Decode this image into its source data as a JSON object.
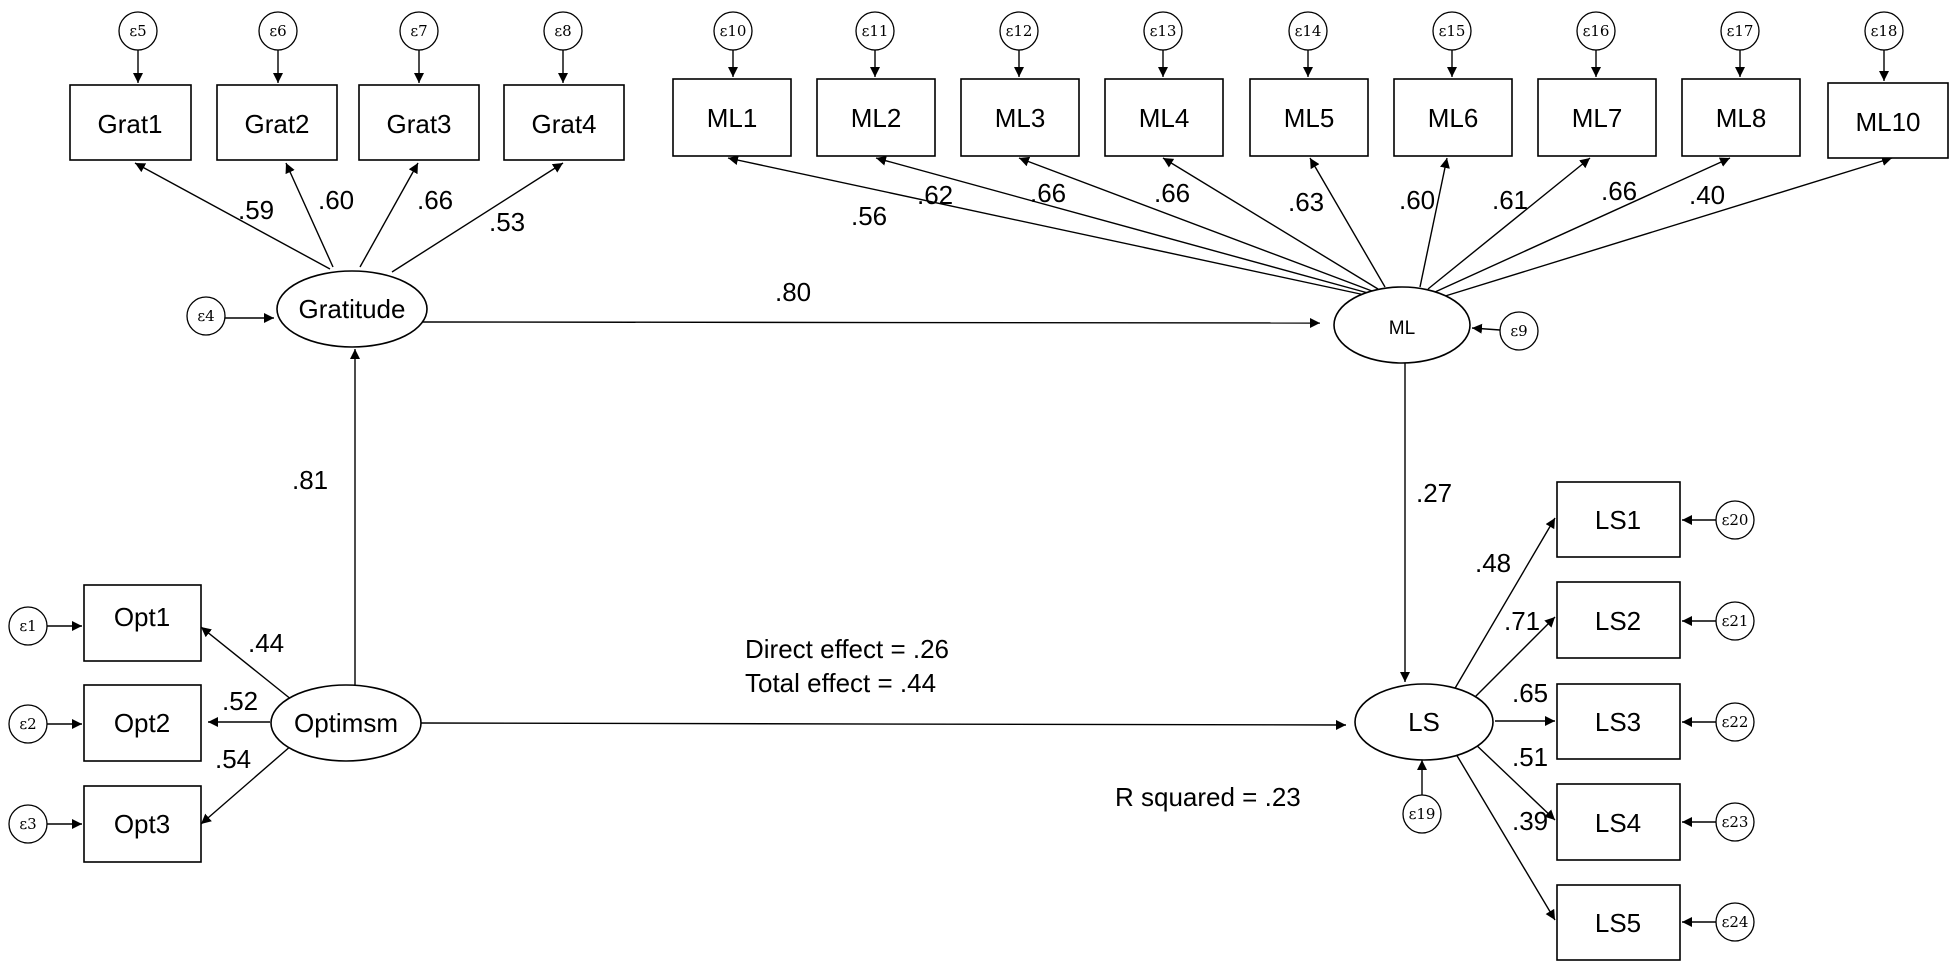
{
  "latent": {
    "gratitude": "Gratitude",
    "ml": "ML",
    "optimism": "Optimsm",
    "ls": "LS"
  },
  "indicators": {
    "grat": [
      "Grat1",
      "Grat2",
      "Grat3",
      "Grat4"
    ],
    "ml": [
      "ML1",
      "ML2",
      "ML3",
      "ML4",
      "ML5",
      "ML6",
      "ML7",
      "ML8",
      "ML10"
    ],
    "opt": [
      "Opt1",
      "Opt2",
      "Opt3"
    ],
    "ls": [
      "LS1",
      "LS2",
      "LS3",
      "LS4",
      "LS5"
    ]
  },
  "loadings": {
    "grat": [
      ".59",
      ".60",
      ".66",
      ".53"
    ],
    "ml": [
      ".56",
      ".62",
      ".66",
      ".66",
      ".63",
      ".60",
      ".61",
      ".66",
      ".40"
    ],
    "opt": [
      ".44",
      ".52",
      ".54"
    ],
    "ls": [
      ".48",
      ".71",
      ".65",
      ".51",
      ".39"
    ]
  },
  "errors": {
    "grat": [
      "ε5",
      "ε6",
      "ε7",
      "ε8"
    ],
    "ml": [
      "ε10",
      "ε11",
      "ε12",
      "ε13",
      "ε14",
      "ε15",
      "ε16",
      "ε17",
      "ε18"
    ],
    "opt": [
      "ε1",
      "ε2",
      "ε3"
    ],
    "ls": [
      "ε20",
      "ε21",
      "ε22",
      "ε23",
      "ε24"
    ],
    "gratitude": "ε4",
    "ml_latent": "ε9",
    "ls_latent": "ε19"
  },
  "paths": {
    "gratitude_to_ml": ".80",
    "optimism_to_gratitude": ".81",
    "ml_to_ls": ".27"
  },
  "annotations": {
    "direct_effect": "Direct effect = .26",
    "total_effect": "Total effect = .44",
    "r_squared": "R squared = .23"
  }
}
